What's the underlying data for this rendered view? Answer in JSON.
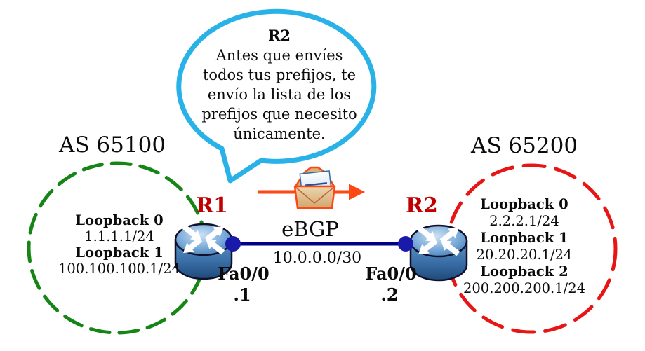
{
  "colors": {
    "bubble_border": "#29B2E8",
    "as65100_boundary": "#158515",
    "as65200_boundary": "#E81515",
    "router_name": "#C00000",
    "link": "#00008B",
    "link_endpoint": "#1A1AAA",
    "message_accent": "#FF4713"
  },
  "speech_bubble": {
    "speaker": "R2",
    "lines": [
      "Antes que envíes",
      "todos tus prefijos, te",
      "envío la lista de los",
      "prefijos que necesito",
      "únicamente."
    ]
  },
  "as_left": {
    "label": "AS 65100",
    "router_name": "R1",
    "interface": "Fa0/0",
    "interface_host": ".1",
    "loopbacks": [
      {
        "name": "Loopback 0",
        "prefix": "1.1.1.1/24"
      },
      {
        "name": "Loopback 1",
        "prefix": "100.100.100.1/24"
      }
    ]
  },
  "as_right": {
    "label": "AS 65200",
    "router_name": "R2",
    "interface": "Fa0/0",
    "interface_host": ".2",
    "loopbacks": [
      {
        "name": "Loopback 0",
        "prefix": "2.2.2.1/24"
      },
      {
        "name": "Loopback 1",
        "prefix": "20.20.20.1/24"
      },
      {
        "name": "Loopback 2",
        "prefix": "200.200.200.1/24"
      }
    ]
  },
  "link": {
    "protocol": "eBGP",
    "network": "10.0.0.0/30"
  }
}
